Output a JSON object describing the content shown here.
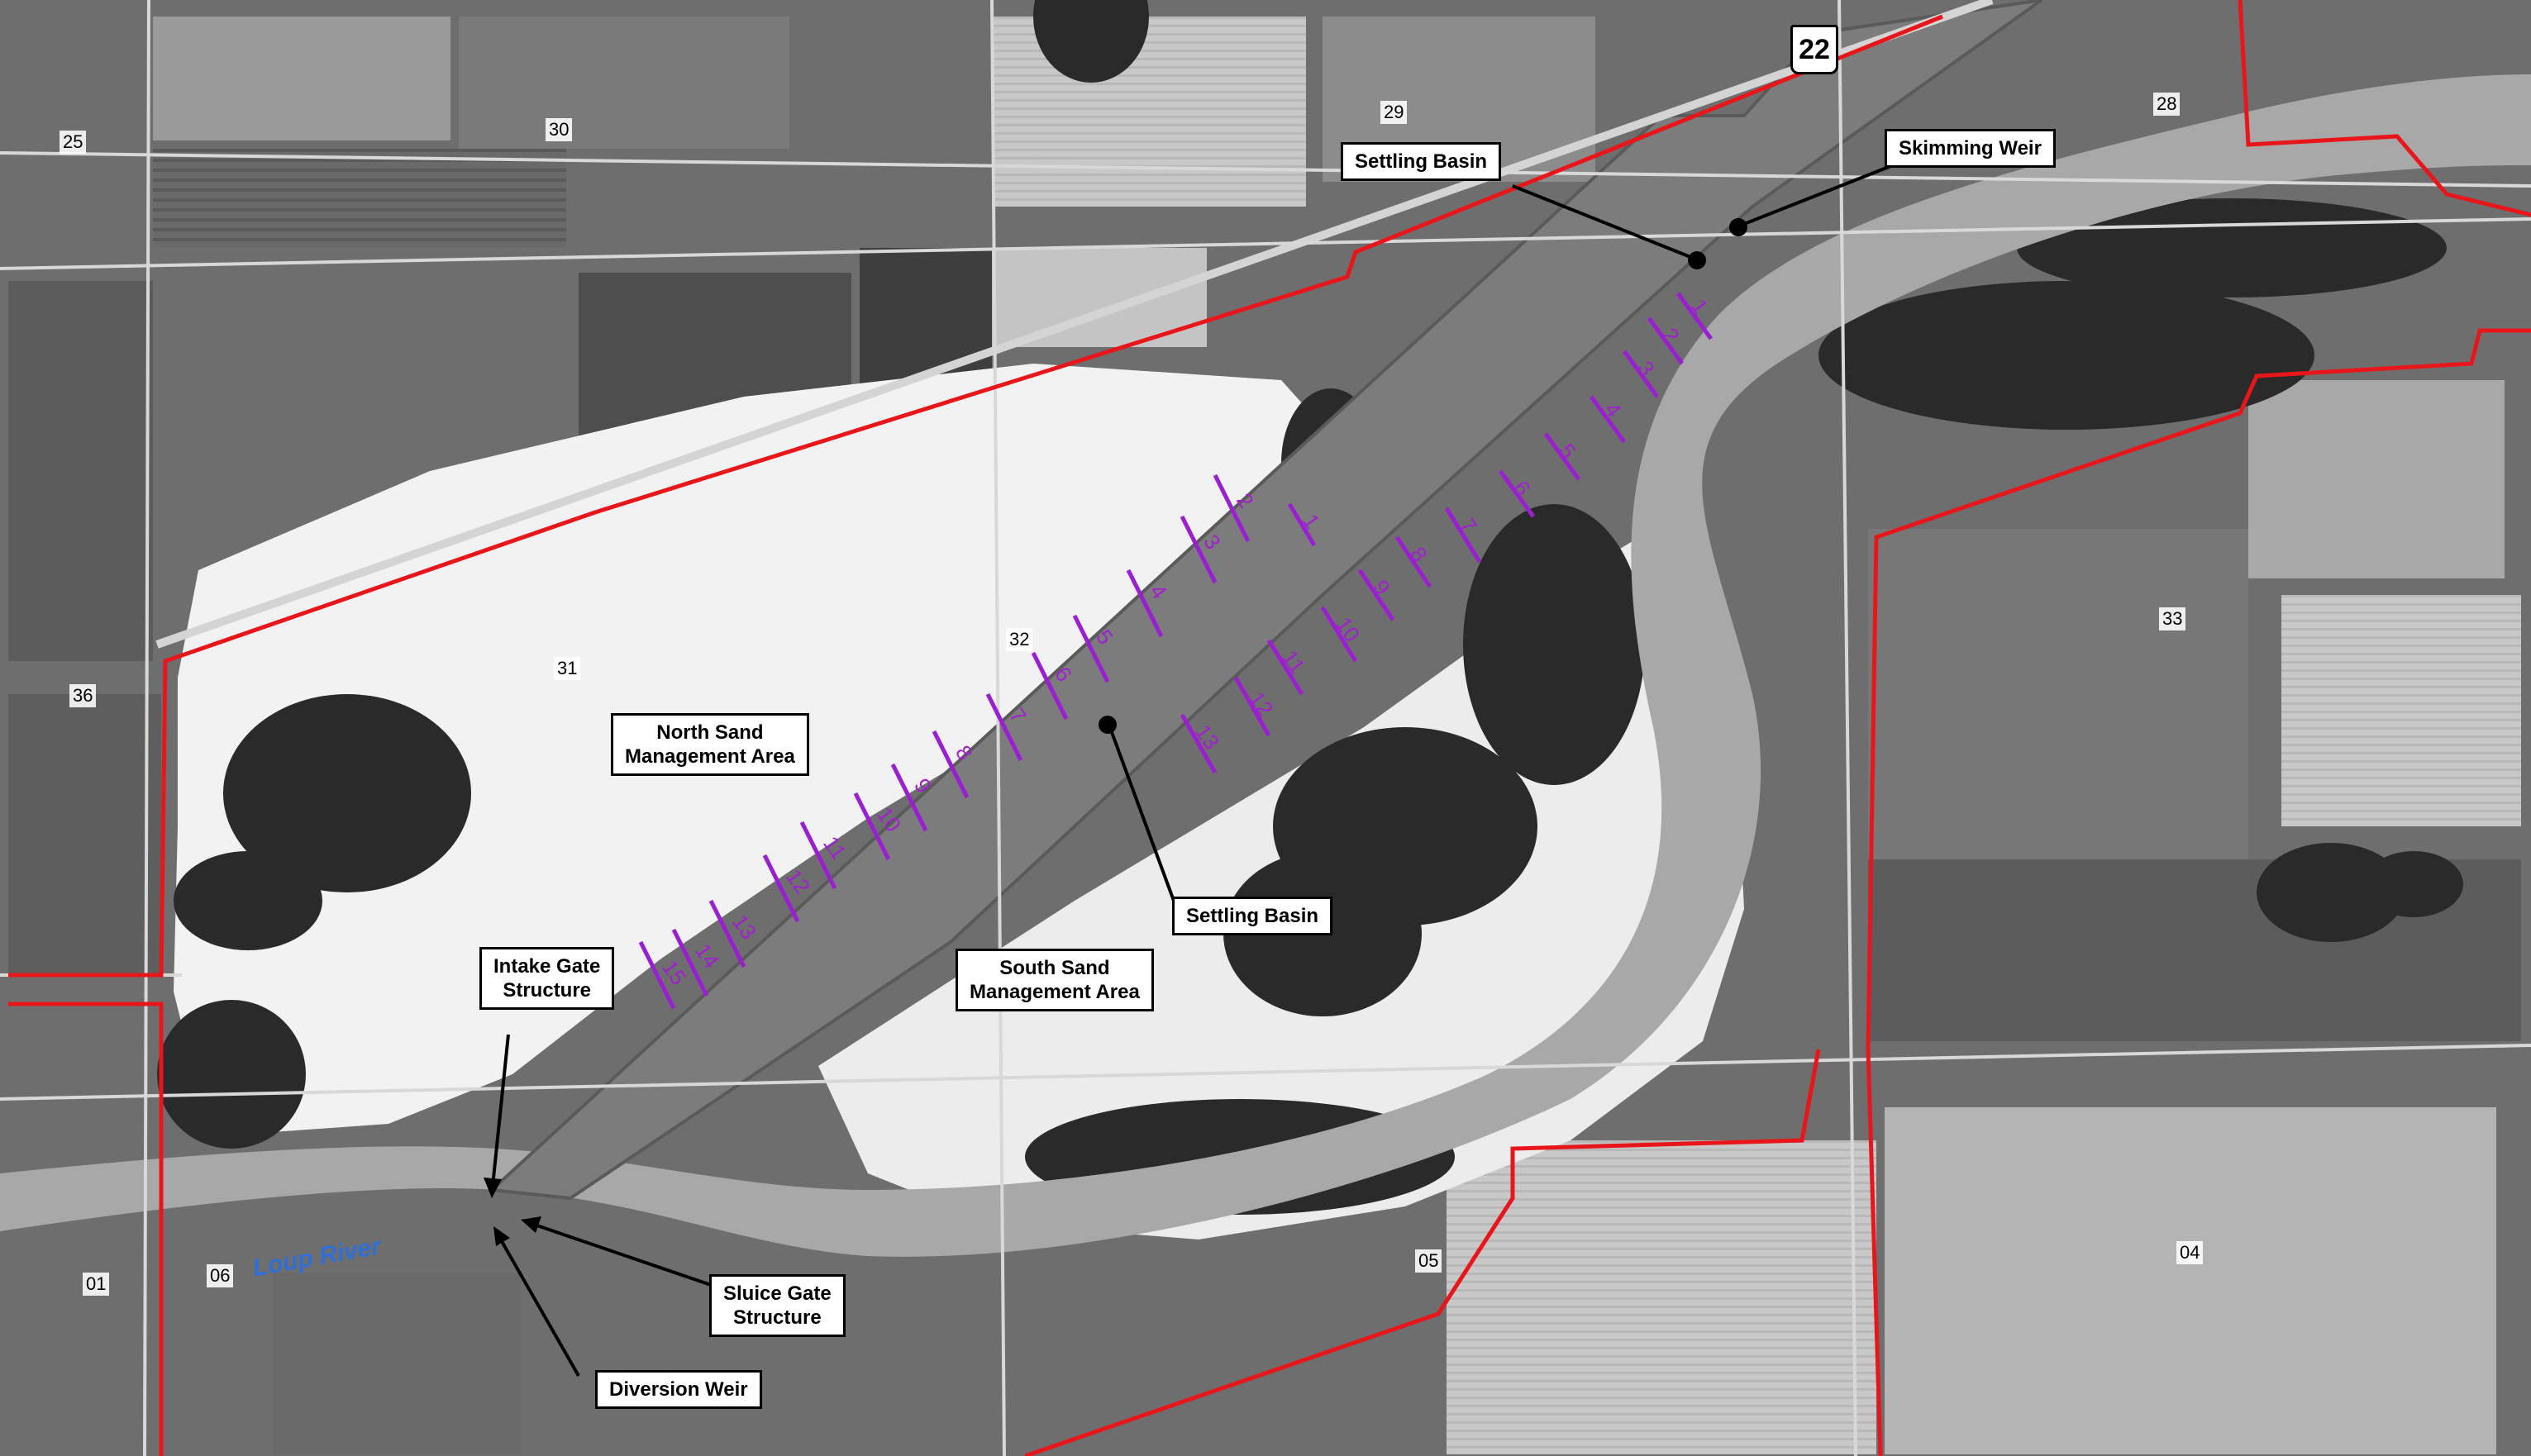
{
  "map": {
    "colors": {
      "boundary": "#e8161b",
      "transect": "#9b1fd1",
      "river_label": "#2f6fd6"
    },
    "highway_shield": "22",
    "river_name": "Loup River",
    "section_numbers": [
      "25",
      "30",
      "29",
      "28",
      "36",
      "31",
      "32",
      "33",
      "01",
      "06",
      "05",
      "04"
    ],
    "callouts": [
      {
        "name": "settling-basin-north",
        "lines": [
          "Settling Basin"
        ]
      },
      {
        "name": "skimming-weir",
        "lines": [
          "Skimming Weir"
        ]
      },
      {
        "name": "north-sand-management-area",
        "lines": [
          "North Sand",
          "Management Area"
        ]
      },
      {
        "name": "settling-basin-center",
        "lines": [
          "Settling Basin"
        ]
      },
      {
        "name": "south-sand-management-area",
        "lines": [
          "South Sand",
          "Management Area"
        ]
      },
      {
        "name": "intake-gate-structure",
        "lines": [
          "Intake Gate",
          "Structure"
        ]
      },
      {
        "name": "sluice-gate-structure",
        "lines": [
          "Sluice Gate",
          "Structure"
        ]
      },
      {
        "name": "diversion-weir",
        "lines": [
          "Diversion Weir"
        ]
      }
    ],
    "north_transects": [
      "1",
      "2",
      "3",
      "4",
      "5",
      "6",
      "7",
      "8",
      "9",
      "10",
      "11",
      "12",
      "13",
      "14",
      "15"
    ],
    "south_transects": [
      "1",
      "2",
      "3",
      "4",
      "5",
      "6",
      "7",
      "8",
      "9",
      "10",
      "11",
      "12",
      "13"
    ]
  }
}
